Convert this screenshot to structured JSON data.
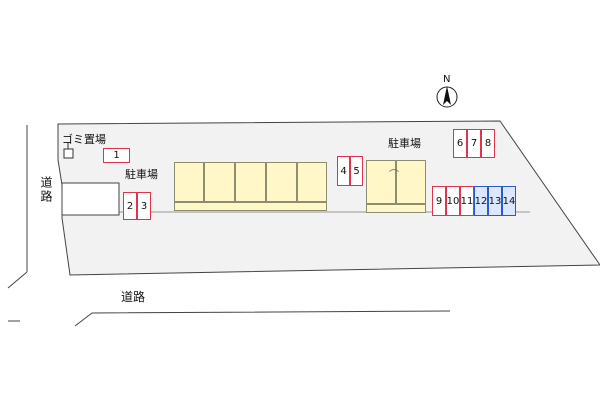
{
  "map": {
    "north_label": "N",
    "road_left": "道路",
    "road_bottom": "道路",
    "garbage_label": "ゴミ置場",
    "parking_left_label": "駐車場",
    "parking_right_label": "駐車場"
  },
  "parking_spaces": [
    "1",
    "2",
    "3",
    "4",
    "5",
    "6",
    "7",
    "8",
    "9",
    "10",
    "11",
    "12",
    "13",
    "14"
  ],
  "colors": {
    "slot_border": "#e0344e",
    "slot_accessible_border": "#2d58c9",
    "slot_accessible_fill": "#dbe6ff",
    "building_fill": "#fff7c8",
    "site_fill": "#f2f2f2"
  }
}
